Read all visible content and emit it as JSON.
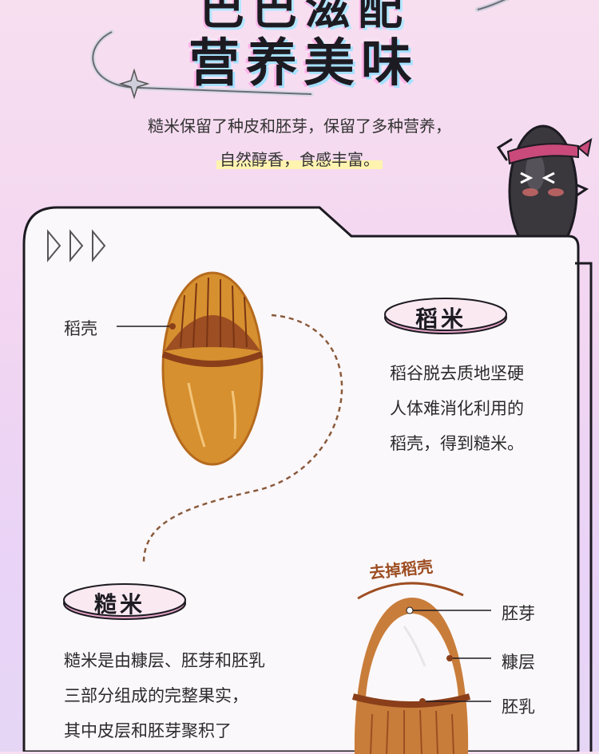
{
  "header": {
    "title_line1": "巴巴滋配",
    "title_line2": "营养美味",
    "subtitle_line1": "糙米保留了种皮和胚芽，保留了多种营养，",
    "subtitle_line2": "自然醇香，食感丰富。"
  },
  "paddy": {
    "badge": "稻米",
    "husk_label": "稻壳",
    "desc_line1": "稻谷脱去质地坚硬",
    "desc_line2": "人体难消化利用的",
    "desc_line3": "稻壳，得到糙米。"
  },
  "brown_rice": {
    "badge": "糙米",
    "remove_label": "去掉稻壳",
    "embryo_label": "胚芽",
    "bran_label": "糠层",
    "endosperm_label": "胚乳",
    "desc_line1": "糙米是由糠层、胚芽和胚乳",
    "desc_line2": "三部分组成的完整果实，",
    "desc_line3": "其中皮层和胚芽聚积了"
  },
  "colors": {
    "grain": "#c97d3a",
    "grain_dark": "#9d4e22",
    "panel": "#fbf8fb",
    "outline": "#1d1b22"
  }
}
